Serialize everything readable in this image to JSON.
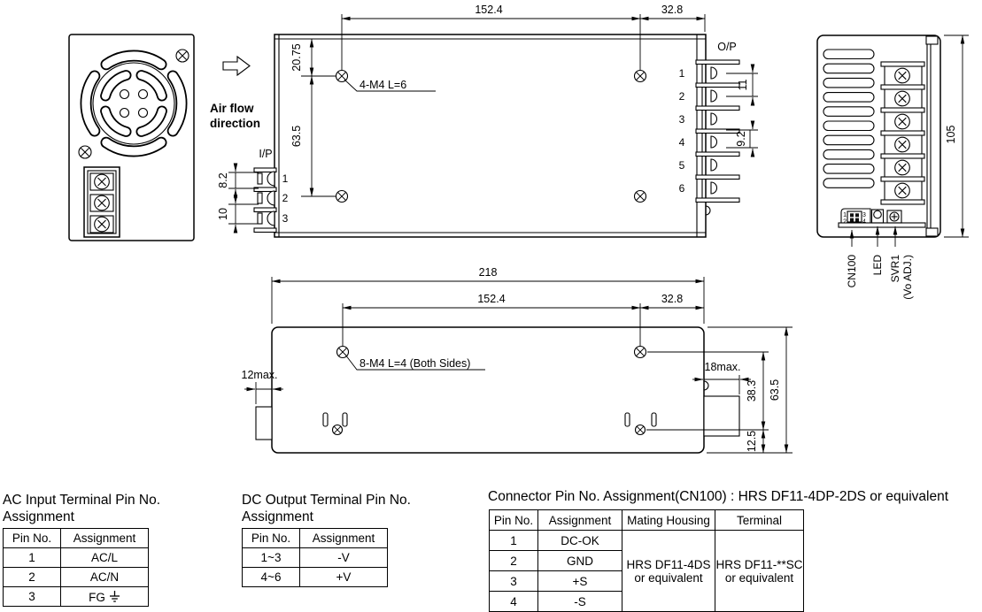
{
  "drawing": {
    "air_flow": {
      "line1": "Air flow",
      "line2": "direction"
    },
    "labels": {
      "ip": "I/P",
      "op": "O/P",
      "top_holes": "4-M4 L=6",
      "bottom_holes": "8-M4 L=4 (Both Sides)",
      "cn100": "CN100",
      "led": "LED",
      "svr1": "SVR1",
      "svr1_sub": "(Vo ADJ.)"
    },
    "dims": {
      "top_span": "152.4",
      "top_right": "32.8",
      "hole_offset_top": "20.75",
      "hole_span_vert": "63.5",
      "ip_pitch1": "8.2",
      "ip_pitch2": "10",
      "op_pitch1": "11",
      "op_pitch2": "9.2",
      "side_width": "105",
      "total_length": "218",
      "bottom_span": "152.4",
      "bottom_right": "32.8",
      "left_protrusion": "12max.",
      "right_protrusion": "18max.",
      "out_block_height": "38.3",
      "body_height": "63.5",
      "out_block_offset": "12.5"
    },
    "ip_pins": [
      "1",
      "2",
      "3"
    ],
    "op_pins": [
      "1",
      "2",
      "3",
      "4",
      "5",
      "6"
    ],
    "cn_pins": [
      "1",
      "2",
      "3",
      "4"
    ]
  },
  "tables": {
    "ac_input": {
      "title1": "AC Input Terminal Pin No.",
      "title2": "Assignment",
      "headers": [
        "Pin No.",
        "Assignment"
      ],
      "rows": [
        [
          "1",
          "AC/L"
        ],
        [
          "2",
          "AC/N"
        ],
        [
          "3",
          "FG"
        ]
      ]
    },
    "dc_output": {
      "title1": "DC Output Terminal Pin No.",
      "title2": "Assignment",
      "headers": [
        "Pin No.",
        "Assignment"
      ],
      "rows": [
        [
          "1~3",
          "-V"
        ],
        [
          "4~6",
          "+V"
        ]
      ]
    },
    "connector": {
      "title": "Connector Pin No. Assignment(CN100) : HRS DF11-4DP-2DS or equivalent",
      "headers": [
        "Pin No.",
        "Assignment",
        "Mating Housing",
        "Terminal"
      ],
      "rows": [
        [
          "1",
          "DC-OK"
        ],
        [
          "2",
          "GND"
        ],
        [
          "3",
          "+S"
        ],
        [
          "4",
          "-S"
        ]
      ],
      "mating1": "HRS DF11-4DS",
      "mating2": "or equivalent",
      "term1": "HRS DF11-**SC",
      "term2": "or equivalent"
    }
  }
}
